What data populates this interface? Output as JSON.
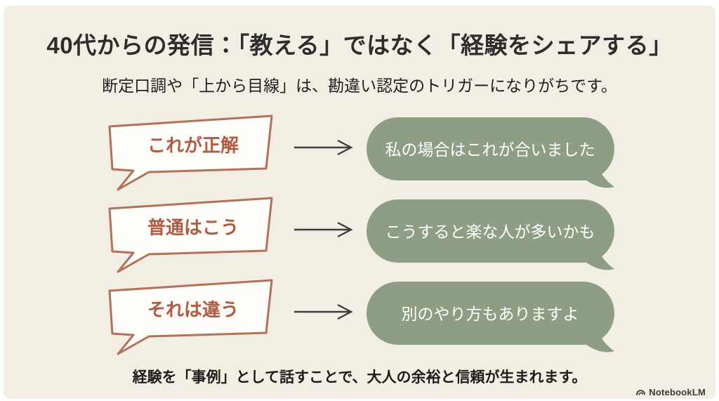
{
  "slide": {
    "title": "40代からの発信：「教える」ではなく「経験をシェアする」",
    "subtitle": "断定口調や「上から目線」は、勘違い認定のトリガーになりがちです。",
    "footer_note": "経験を「事例」として話すことで、大人の余裕と信頼が生まれます。",
    "rows": [
      {
        "ng": "これが正解",
        "ok": "私の場合はこれが合いました"
      },
      {
        "ng": "普通はこう",
        "ok": "こうすると楽な人が多いかも"
      },
      {
        "ng": "それは違う",
        "ok": "別のやり方もありますよ"
      }
    ],
    "brand": {
      "label": "NotebookLM",
      "icon": "notebooklm-arc-icon"
    },
    "colors": {
      "background": "#f2eee4",
      "frame": "#ffffff",
      "terracotta_outline": "#b4715a",
      "terracotta_text": "#b05c44",
      "ng_bubble_fill": "#fffdf9",
      "sage_green": "#8d9e84",
      "ok_text": "#ffffff",
      "title_text": "#2d2d2d",
      "arrow": "#3d3d3d"
    }
  }
}
